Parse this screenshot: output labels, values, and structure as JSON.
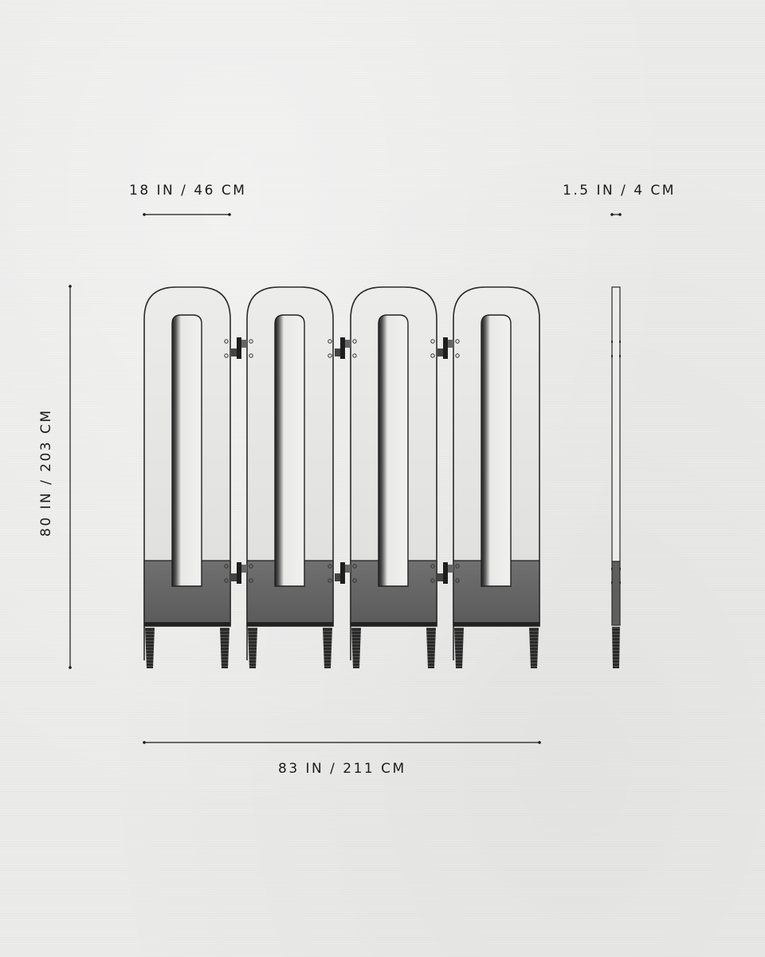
{
  "dimensions": {
    "panel_width": "18 IN / 46 CM",
    "depth": "1.5 IN / 4 CM",
    "height": "80 IN / 203 CM",
    "total_width": "83 IN / 211 CM"
  },
  "drawing": {
    "subject": "four-panel folding screen with oval cut-outs, hinges and turned legs",
    "panel_count": 4,
    "views": [
      "front-view",
      "side-view"
    ],
    "colors": {
      "background": "#ebebea",
      "panel_light": "#e4e4e2",
      "panel_base": "#6b6b6b",
      "outline": "#2a2a2a",
      "dimension_line": "#1a1a1a"
    }
  }
}
